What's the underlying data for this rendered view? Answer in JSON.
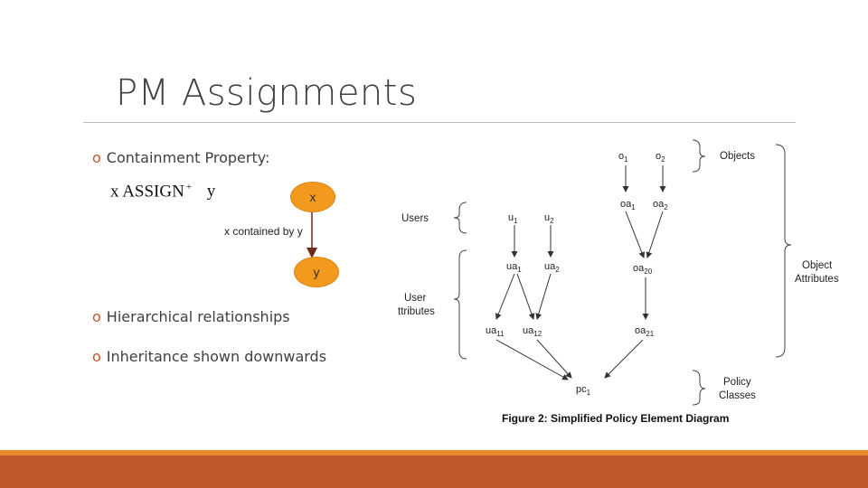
{
  "slide": {
    "title": "PM Assignments",
    "bullets": [
      {
        "text": "Containment Property:"
      },
      {
        "text": "Hierarchical relationships"
      },
      {
        "text": "Inheritance shown downwards"
      }
    ],
    "bullet_marker": "o"
  },
  "formula": {
    "left": "x",
    "op": "ASSIGN",
    "sup": "+",
    "right": "y"
  },
  "mini_diagram": {
    "node_x": "x",
    "node_y": "y",
    "edge_label": "x contained by y"
  },
  "figure": {
    "caption": "Figure 2: Simplified Policy Element Diagram",
    "groups": {
      "objects": "Objects",
      "users": "Users",
      "user_attr_line1": "User",
      "user_attr_line2": "ttributes",
      "object_attr_line1": "Object",
      "object_attr_line2": "Attributes",
      "policy_line1": "Policy",
      "policy_line2": "Classes"
    },
    "nodes": {
      "o1": {
        "base": "o",
        "sub": "1"
      },
      "o2": {
        "base": "o",
        "sub": "2"
      },
      "oa1": {
        "base": "oa",
        "sub": "1"
      },
      "oa2": {
        "base": "oa",
        "sub": "2"
      },
      "u1": {
        "base": "u",
        "sub": "1"
      },
      "u2": {
        "base": "u",
        "sub": "2"
      },
      "ua1": {
        "base": "ua",
        "sub": "1"
      },
      "ua2": {
        "base": "ua",
        "sub": "2"
      },
      "oa20": {
        "base": "oa",
        "sub": "20"
      },
      "ua11": {
        "base": "ua",
        "sub": "11"
      },
      "ua12": {
        "base": "ua",
        "sub": "12"
      },
      "oa21": {
        "base": "oa",
        "sub": "21"
      },
      "pc1": {
        "base": "pc",
        "sub": "1"
      }
    }
  },
  "colors": {
    "accent_orange": "#f39a1e",
    "footer_orange": "#e8892b",
    "footer_rust": "#c0582a",
    "title_text": "#404040"
  }
}
